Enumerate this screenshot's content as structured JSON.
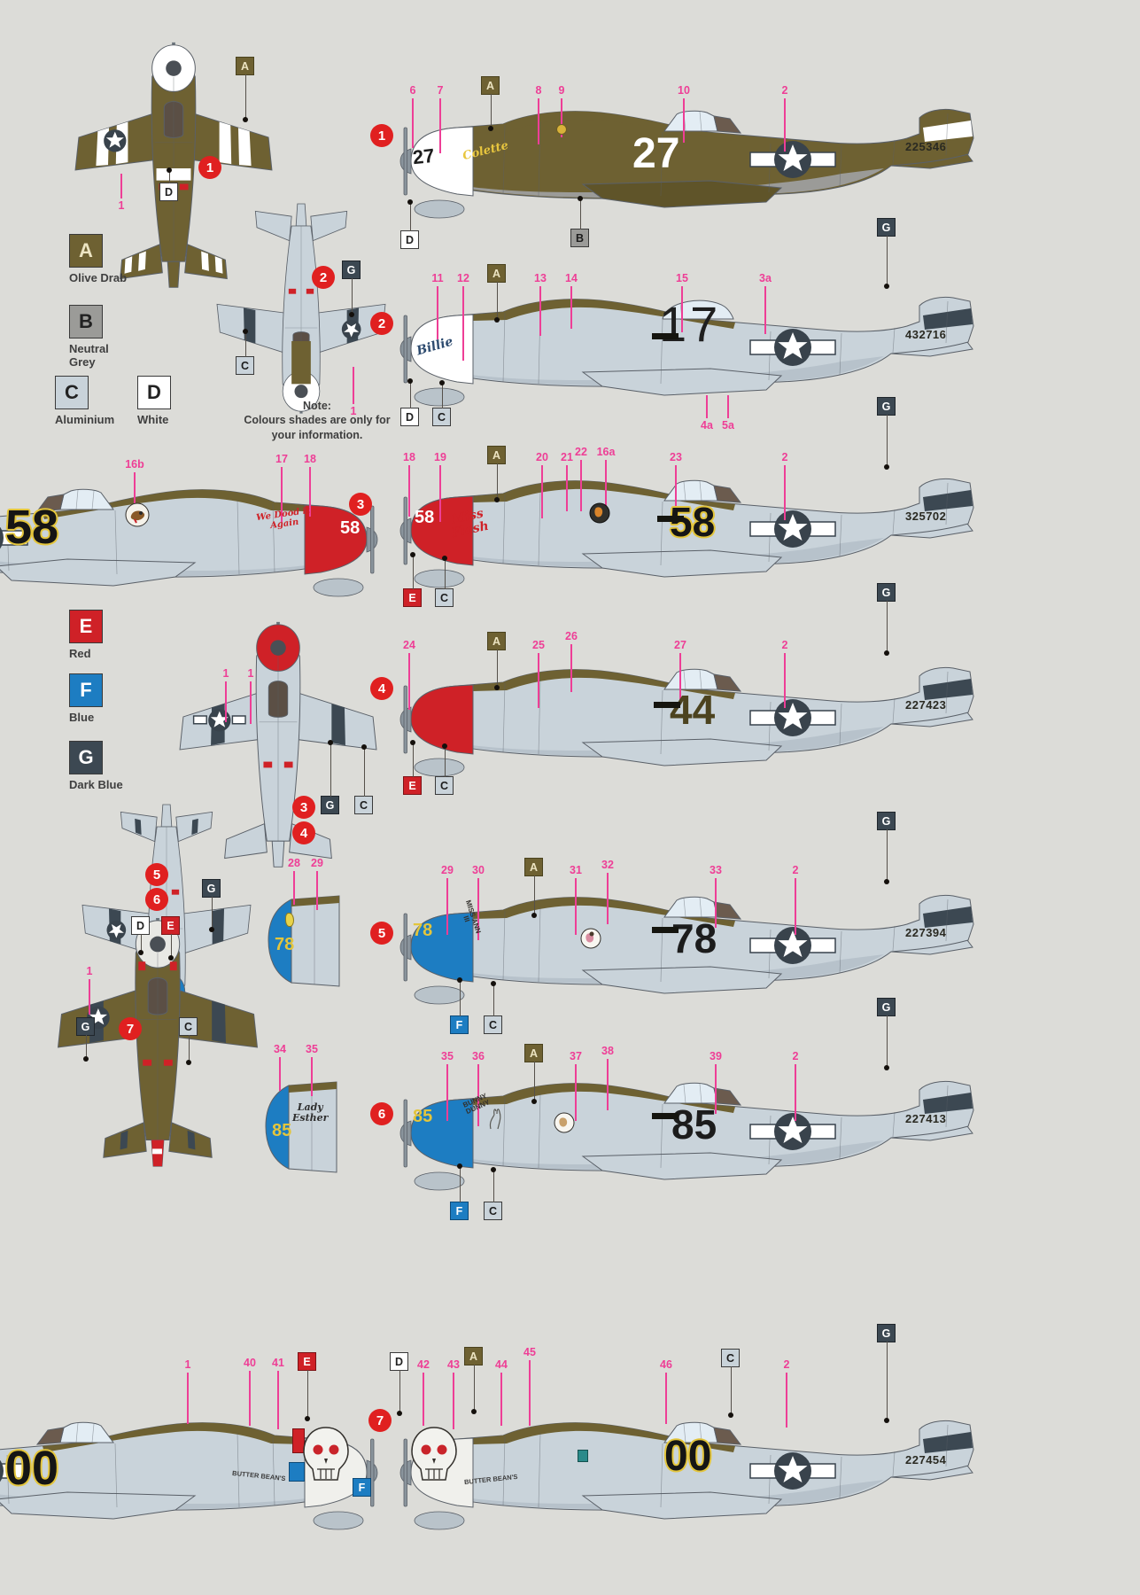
{
  "palette": {
    "background": "#dcdcd8",
    "olive_drab": "#6e6132",
    "neutral_grey": "#9b9b98",
    "aluminium": "#c9d3da",
    "white": "#ffffff",
    "red": "#cf2127",
    "blue": "#1d7dc2",
    "dark_blue": "#3c4852",
    "callout_pink": "#ee3e96",
    "marker_red": "#e02020",
    "number_yellow": "#e3c53c"
  },
  "letters": {
    "A": "A",
    "B": "B",
    "C": "C",
    "D": "D",
    "E": "E",
    "F": "F",
    "G": "G"
  },
  "legend": {
    "colors": [
      {
        "code": "A",
        "name": "Olive Drab"
      },
      {
        "code": "B",
        "name": "Neutral Grey"
      },
      {
        "code": "C",
        "name": "Aluminium"
      },
      {
        "code": "D",
        "name": "White"
      },
      {
        "code": "E",
        "name": "Red"
      },
      {
        "code": "F",
        "name": "Blue"
      },
      {
        "code": "G",
        "name": "Dark Blue"
      }
    ]
  },
  "note": {
    "line1": "Note:",
    "line2": "Colours shades are only for",
    "line3": "your information."
  },
  "profiles": [
    {
      "id": "1",
      "marker": "1",
      "serial": "225346",
      "fuselage_number": "27",
      "cowl_number": "27",
      "nose_script": "Colette",
      "callouts": [
        "6",
        "7",
        "8",
        "9",
        "10",
        "2"
      ]
    },
    {
      "id": "2",
      "marker": "2",
      "serial": "432716",
      "fuselage_number": "17",
      "nose_script": "Billie",
      "callouts": [
        "11",
        "12",
        "13",
        "14",
        "15",
        "3a",
        "4a",
        "5a"
      ]
    },
    {
      "id": "3",
      "marker": "3",
      "serial": "325702",
      "fuselage_number": "58",
      "cowl_number": "58",
      "script_line1": "Miss",
      "script_line2": "Flash",
      "callouts": [
        "18",
        "19",
        "20",
        "21",
        "22",
        "16a",
        "23",
        "2"
      ]
    },
    {
      "id": "3-port",
      "fuselage_number": "58",
      "cowl_number": "58",
      "script_line1": "We Dood it",
      "script_line2": "Again",
      "callouts": [
        "16b",
        "17",
        "18"
      ]
    },
    {
      "id": "4",
      "marker": "4",
      "serial": "227423",
      "fuselage_number": "44",
      "callouts": [
        "24",
        "25",
        "26",
        "27",
        "2"
      ]
    },
    {
      "id": "5",
      "marker": "5",
      "serial": "227394",
      "fuselage_number": "78",
      "cowl_number": "78",
      "nose_text_line1": "MISS ANN",
      "nose_text_line2": "III",
      "callouts": [
        "29",
        "30",
        "31",
        "32",
        "33",
        "2"
      ]
    },
    {
      "id": "6",
      "marker": "6",
      "serial": "227413",
      "fuselage_number": "85",
      "cowl_number": "85",
      "nose_text_line1": "BUNNY",
      "nose_text_line2": "DUNNY",
      "callouts": [
        "35",
        "36",
        "37",
        "38",
        "39",
        "2"
      ]
    },
    {
      "id": "7",
      "marker": "7",
      "serial": "227454",
      "fuselage_number": "00",
      "nose_text": "BUTTER BEAN'S",
      "callouts": [
        "42",
        "43",
        "44",
        "45",
        "46",
        "2"
      ]
    },
    {
      "id": "7-port",
      "fuselage_number": "00",
      "nose_text": "BUTTER BEAN'S",
      "callouts": [
        "1",
        "40",
        "41"
      ]
    }
  ],
  "insets": [
    {
      "id": "cowl-78",
      "number": "78",
      "callouts": [
        "28",
        "29"
      ]
    },
    {
      "id": "cowl-85",
      "number": "85",
      "script_line1": "Lady",
      "script_line2": "Esther",
      "callouts": [
        "34",
        "35"
      ]
    }
  ],
  "top_views": [
    {
      "id": "plane1-top",
      "marker": "1",
      "callout": "1"
    },
    {
      "id": "plane2-top",
      "marker": "2",
      "callout": "1"
    },
    {
      "id": "plane34-bottom",
      "markers": [
        "3",
        "4"
      ],
      "callouts": [
        "1",
        "1"
      ]
    },
    {
      "id": "plane56-top",
      "markers": [
        "5",
        "6"
      ]
    },
    {
      "id": "plane7-top",
      "marker": "7",
      "callout": "1"
    }
  ]
}
